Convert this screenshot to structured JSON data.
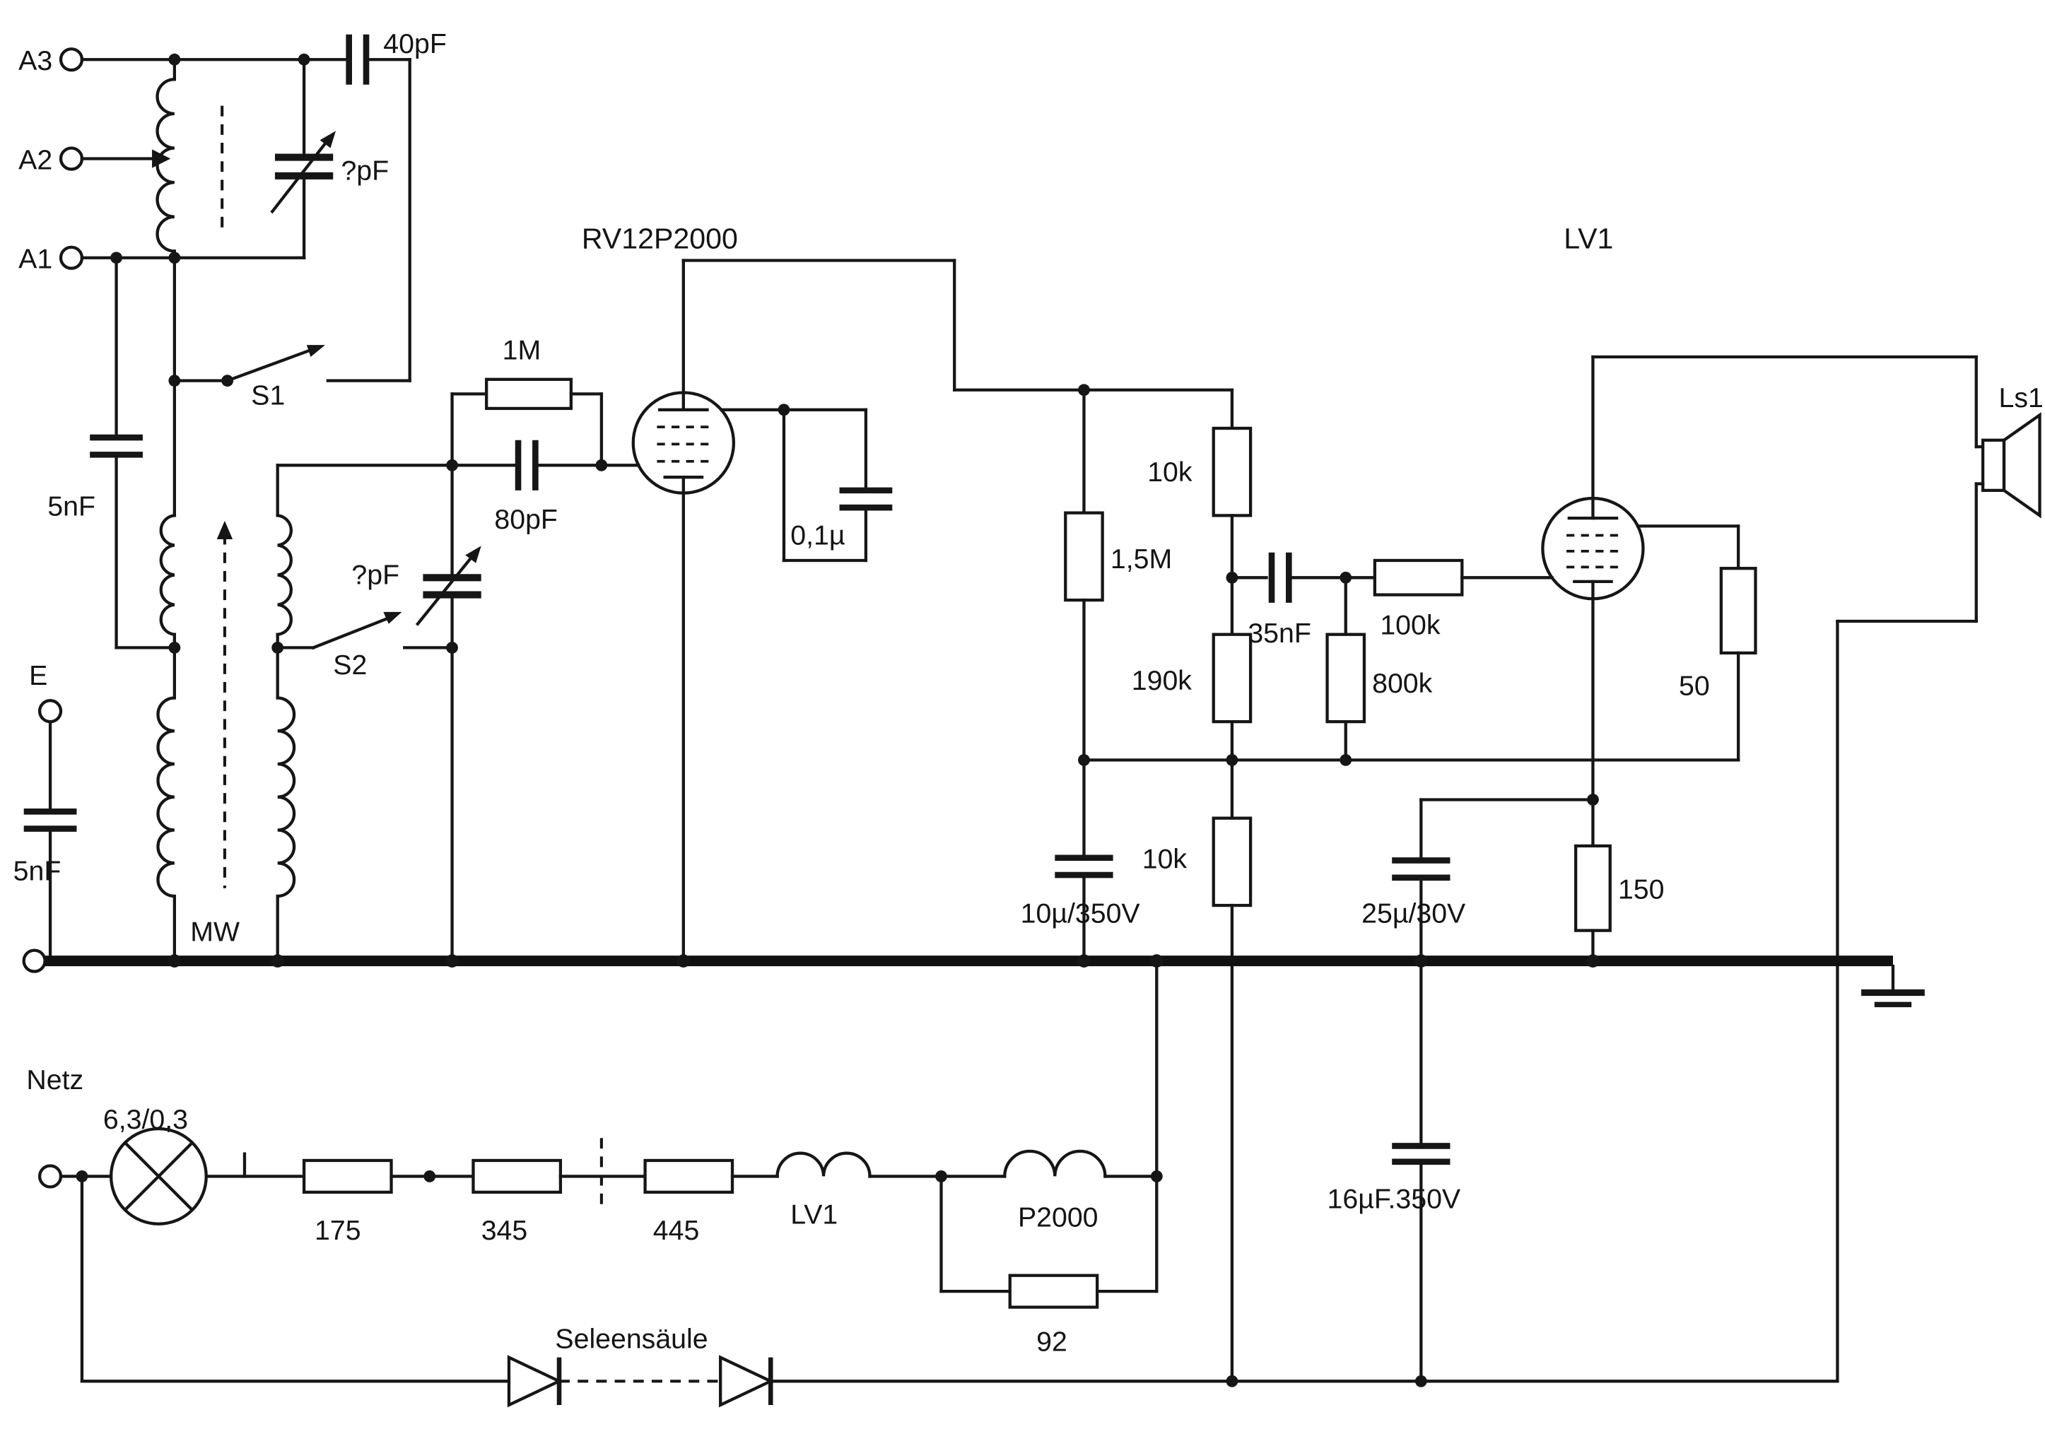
{
  "schematic": {
    "antenna": {
      "a3": "A3",
      "a2": "A2",
      "a1": "A1",
      "cap_40pf": "40pF",
      "varcap": "?pF",
      "cap_5nf": "5nF",
      "s1": "S1"
    },
    "tuner": {
      "varcap": "?pF",
      "s2": "S2",
      "band": "MW",
      "earth": "E",
      "cap_5nf": "5nF"
    },
    "detector": {
      "tube": "RV12P2000",
      "r_grid_leak": "1M",
      "cap_grid": "80pF",
      "cap_bypass": "0,1µ"
    },
    "anode_network": {
      "r_10k_top": "10k",
      "r_1m5": "1,5M",
      "r_190k": "190k",
      "cap_35nf": "35nF",
      "r_100k": "100k",
      "r_800k": "800k",
      "cap_10uf": "10µ/350V",
      "r_10k_bottom": "10k"
    },
    "output": {
      "tube": "LV1",
      "r_screen": "50",
      "r_cathode": "150",
      "cap_cathode": "25µ/30V",
      "speaker": "Ls1"
    },
    "power": {
      "mains": "Netz",
      "lamp": "6,3/0,3",
      "r_175": "175",
      "r_345": "345",
      "r_445": "445",
      "heater_lv1": "LV1",
      "heater_p2000": "P2000",
      "r_92": "92",
      "rectifier": "Seleensäule",
      "cap_16uf": "16µF.350V"
    }
  }
}
